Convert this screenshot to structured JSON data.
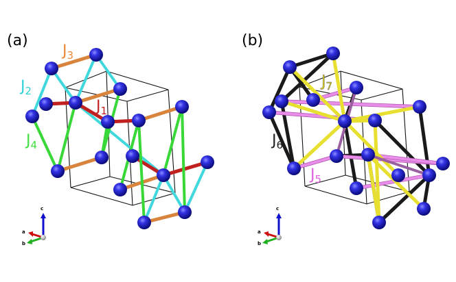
{
  "panels": [
    {
      "label": "(a)",
      "couplings": [
        {
          "symbol": "J",
          "sub": "3",
          "color": "#e8893a"
        },
        {
          "symbol": "J",
          "sub": "2",
          "color": "#2fd0d8"
        },
        {
          "symbol": "J",
          "sub": "1",
          "color": "#c02020"
        },
        {
          "symbol": "J",
          "sub": "4",
          "color": "#3ee03e"
        }
      ],
      "axes": {
        "a": "a",
        "b": "b",
        "c": "c"
      }
    },
    {
      "label": "(b)",
      "couplings": [
        {
          "symbol": "J",
          "sub": "7",
          "color": "#d8d020"
        },
        {
          "symbol": "J",
          "sub": "6",
          "color": "#222222"
        },
        {
          "symbol": "J",
          "sub": "5",
          "color": "#e060e0"
        }
      ],
      "axes": {
        "a": "a",
        "b": "b",
        "c": "c"
      }
    }
  ],
  "colors": {
    "atom": "#1e1ecc",
    "J1": "#c02020",
    "J2": "#40d8dc",
    "J3": "#d8843c",
    "J4": "#38d838",
    "J5": "#e88ee8",
    "J6": "#1a1a1a",
    "J7": "#e8e030",
    "J7b": "#9a60a0",
    "cell": "#111111",
    "axis_a": "#cc1010",
    "axis_b": "#20b020",
    "axis_c": "#1010cc"
  }
}
